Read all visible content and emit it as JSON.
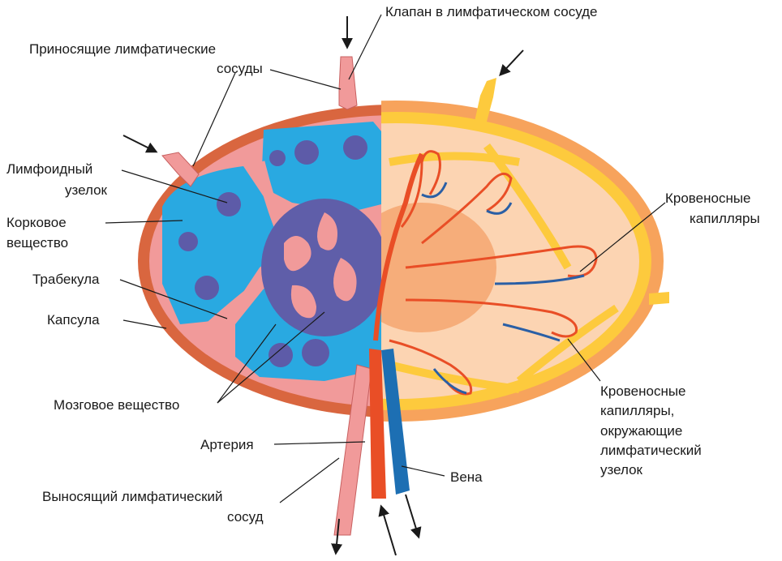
{
  "colors": {
    "capsule": "#d9663f",
    "sinus_pink": "#f19a9a",
    "cortex_blue": "#29a9e1",
    "nodule_purple": "#5d5ba8",
    "medulla_purple": "#5f5ea9",
    "right_outer": "#f7a35c",
    "right_yellow": "#fdca3d",
    "right_inner": "#fcd4b2",
    "right_center": "#f6ad7a",
    "artery": "#e94e26",
    "vein": "#1d6fb3",
    "capillary_blue": "#2a5fa5"
  },
  "labels": {
    "valve": "Клапан в лимфатическом сосуде",
    "afferent_line1": "Приносящие лимфатические",
    "afferent_line2": "сосуды",
    "nodule_line1": "Лимфоидный",
    "nodule_line2": "узелок",
    "cortex_line1": "Корковое",
    "cortex_line2": "вещество",
    "trabecula": "Трабекула",
    "capsule": "Капсула",
    "medulla": "Мозговое вещество",
    "artery": "Артерия",
    "efferent_line1": "Выносящий лимфатический",
    "efferent_line2": "сосуд",
    "vein": "Вена",
    "capillaries_line1": "Кровеносные",
    "capillaries_line2": "капилляры",
    "cap_nodule_line1": "Кровеносные",
    "cap_nodule_line2": "капилляры,",
    "cap_nodule_line3": "окружающие",
    "cap_nodule_line4": "лимфатический",
    "cap_nodule_line5": "узелок"
  }
}
